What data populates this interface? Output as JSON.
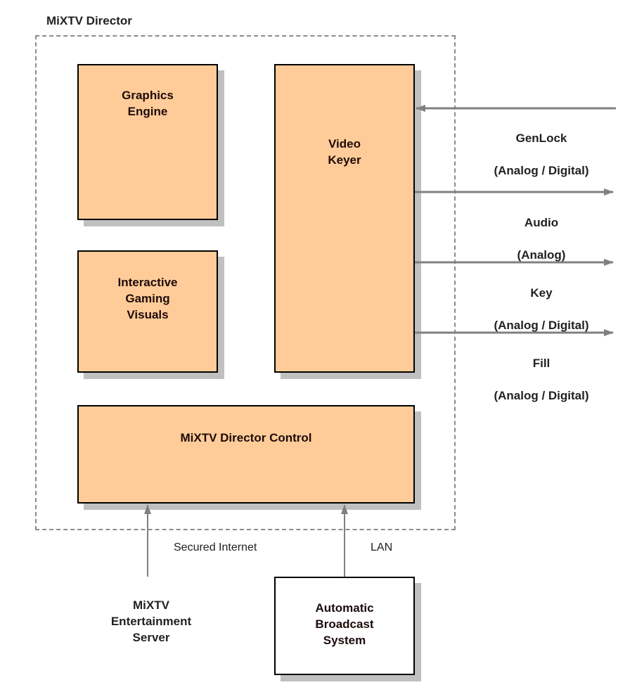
{
  "diagram": {
    "title": "MiXTV Director",
    "components": {
      "graphics_engine": "Graphics\nEngine",
      "interactive_gaming": "Interactive\nGaming\nVisuals",
      "video_keyer": "Video\nKeyer",
      "director_control": "MiXTV Director Control",
      "automatic_broadcast": "Automatic\nBroadcast\nSystem",
      "entertainment_server": "MiXTV\nEntertainment\nServer"
    },
    "signals": [
      {
        "name": "GenLock",
        "type": "(Analog / Digital)",
        "direction": "input"
      },
      {
        "name": "Audio",
        "type": "(Analog)",
        "direction": "output"
      },
      {
        "name": "Key",
        "type": "(Analog / Digital)",
        "direction": "output"
      },
      {
        "name": "Fill",
        "type": "(Analog / Digital)",
        "direction": "output"
      }
    ],
    "connections": {
      "secured_internet": "Secured Internet",
      "lan": "LAN"
    },
    "colors": {
      "component_fill": "#FFCC99",
      "arrow": "#808080",
      "shadow": "#C0C0C0"
    }
  }
}
